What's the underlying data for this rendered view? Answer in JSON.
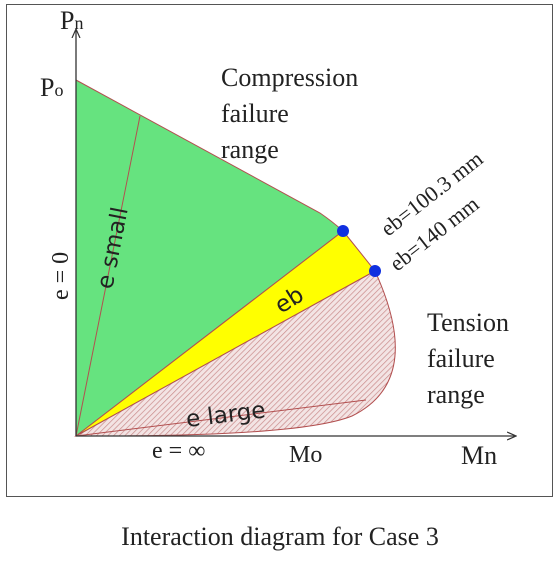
{
  "labels": {
    "y_axis": "P",
    "y_axis_sub": "n",
    "x_axis": "Mn",
    "p0": "P",
    "p0_sub": "o",
    "m0": "Mo",
    "compression": [
      "Compression",
      "failure",
      "range"
    ],
    "tension": [
      "Tension",
      "failure",
      "range"
    ],
    "e_zero": "e = 0",
    "e_inf": "e = ∞",
    "e_small": "e small",
    "e_large": "e large",
    "eb": "eb",
    "eb1": "eb=100.3 mm",
    "eb2": "eb=140 mm"
  },
  "caption": "Interaction diagram for Case 3",
  "colors": {
    "compression_fill": "#66e37f",
    "balanced_fill": "#ffff00",
    "tension_hatch": "#c98a8a",
    "tension_bg": "#f3e4e4",
    "boundary": "#b25050",
    "point": "#1030e0",
    "axis": "#333333"
  }
}
